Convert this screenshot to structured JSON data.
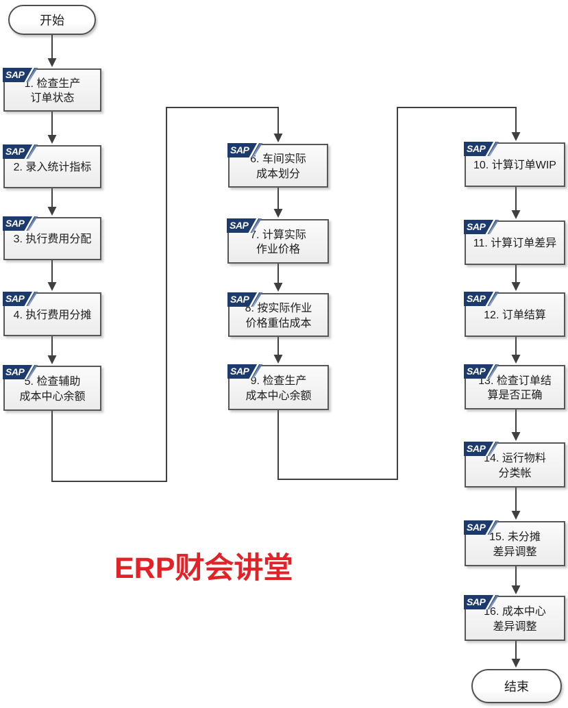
{
  "diagram": {
    "start_label": "开始",
    "end_label": "结束",
    "sap_logo_text": "SAP",
    "watermark": {
      "text": "ERP财会讲堂",
      "color": "#e32227"
    },
    "colors": {
      "connector": "#3f3f3f",
      "box_border": "#565656",
      "sap_badge_blue": "#1c3a6c",
      "box_background": "#f3f3f3"
    },
    "steps": [
      {
        "label": "1. 检查生产\n订单状态"
      },
      {
        "label": "2. 录入统计指标"
      },
      {
        "label": "3. 执行费用分配"
      },
      {
        "label": "4. 执行费用分摊"
      },
      {
        "label": "5. 检查辅助\n成本中心余额"
      },
      {
        "label": "6. 车间实际\n成本划分"
      },
      {
        "label": "7. 计算实际\n作业价格"
      },
      {
        "label": "8. 按实际作业\n价格重估成本"
      },
      {
        "label": "9. 检查生产\n成本中心余额"
      },
      {
        "label": "10. 计算订单WIP"
      },
      {
        "label": "11. 计算订单差异"
      },
      {
        "label": "12. 订单结算"
      },
      {
        "label": "13. 检查订单结\n算是否正确"
      },
      {
        "label": "14. 运行物料\n分类帐"
      },
      {
        "label": "15. 未分摊\n差异调整"
      },
      {
        "label": "16. 成本中心\n差异调整"
      }
    ]
  }
}
